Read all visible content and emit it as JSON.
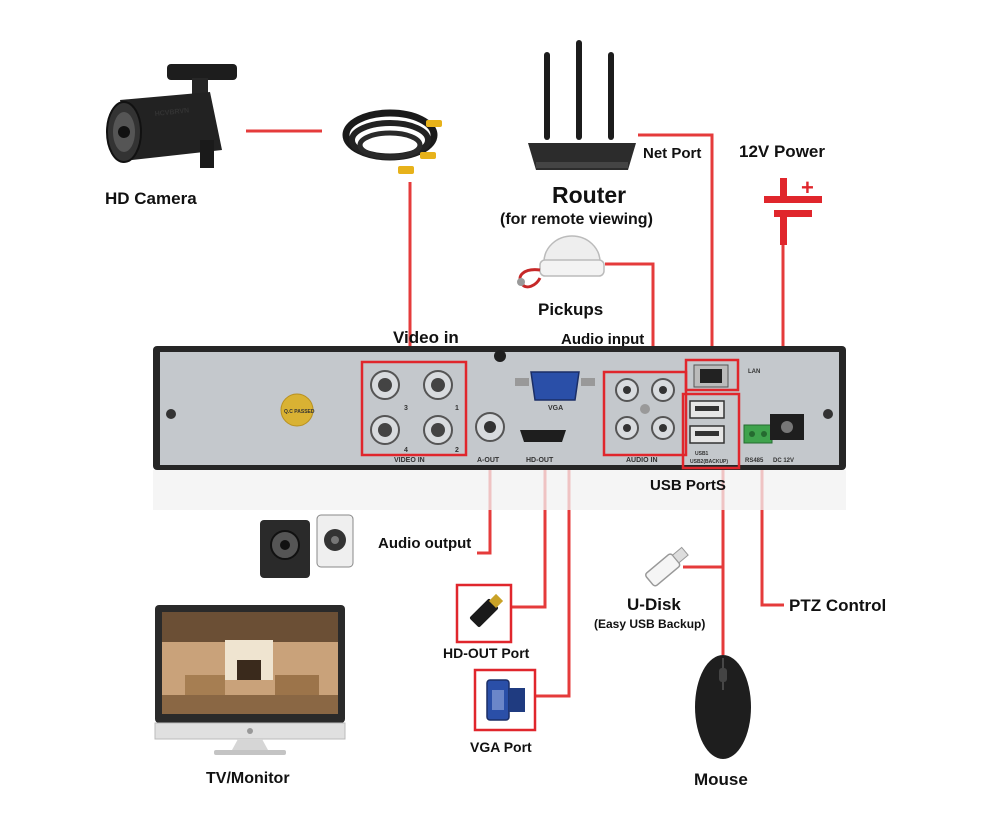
{
  "devices": {
    "hd_camera": "HD Camera",
    "router": "Router",
    "router_sub": "(for remote viewing)",
    "net_port": "Net Port",
    "power": "12V Power",
    "pickups": "Pickups",
    "video_in": "Video in",
    "audio_input": "Audio input",
    "usb_ports": "USB PortS",
    "audio_output": "Audio output",
    "u_disk": "U-Disk",
    "u_disk_sub": "(Easy USB Backup)",
    "ptz": "PTZ Control",
    "hd_out_port": "HD-OUT Port",
    "vga_port": "VGA Port",
    "tv_monitor": "TV/Monitor",
    "mouse": "Mouse"
  },
  "panel": {
    "video_in": "VIDEO IN",
    "a_out": "A-OUT",
    "hd_out": "HD-OUT",
    "vga": "VGA",
    "audio_in": "AUDIO IN",
    "lan": "LAN",
    "usb1": "USB1",
    "usb2": "USB2(BACKUP)",
    "rs485": "RS485",
    "dc12v": "DC 12V",
    "qc": "Q.C PASSED",
    "camera_brand": "HCVBRVN",
    "ch1": "1",
    "ch2": "2",
    "ch3": "3",
    "ch4": "4"
  },
  "colors": {
    "wire": "#e53b3b",
    "highlight": "#e0262c",
    "panel": "#c4c8cc",
    "chassis": "#2a2a2a"
  }
}
